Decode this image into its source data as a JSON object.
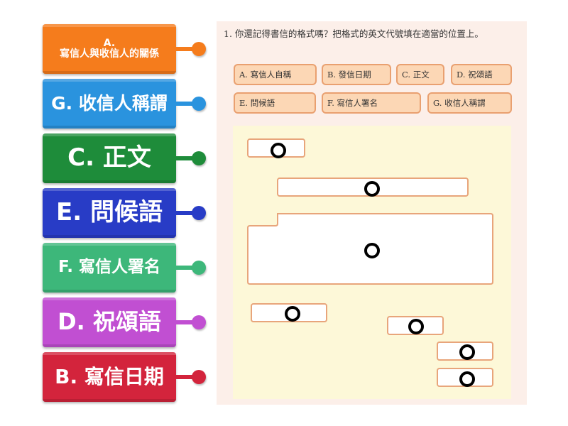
{
  "labels": [
    {
      "letter": "A.",
      "text": "寫信人與收信人的關係",
      "color": "#f57c1c"
    },
    {
      "text": "G. 收信人稱謂",
      "color": "#2a93de"
    },
    {
      "text": "C. 正文",
      "color": "#1e8c3a"
    },
    {
      "text": "E. 問候語",
      "color": "#283cc6"
    },
    {
      "text": "F. 寫信人署名",
      "color": "#3db77a"
    },
    {
      "text": "D. 祝頌語",
      "color": "#c14fd2"
    },
    {
      "text": "B. 寫信日期",
      "color": "#d3243c"
    }
  ],
  "worksheet": {
    "question": "1. 你還記得書信的格式嗎？把格式的英文代號填在適當的位置上。",
    "options": [
      "A. 寫信人自稱",
      "B. 發信日期",
      "C. 正文",
      "D. 祝頌語",
      "E. 問候語",
      "F. 寫信人署名",
      "G. 收信人稱謂"
    ]
  }
}
